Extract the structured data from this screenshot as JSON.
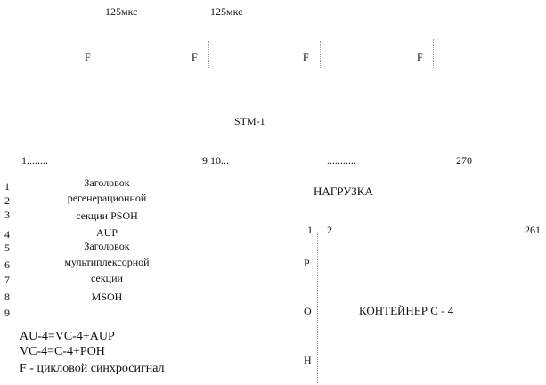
{
  "timing": {
    "period_1": "125мкс",
    "period_2": "125мкс",
    "frame_marks": [
      "F",
      "F",
      "F",
      "F"
    ]
  },
  "frame_title": "STM-1",
  "columns": {
    "c1": "1........",
    "c9_10": "9  10...",
    "dots": "...........",
    "c270": "270"
  },
  "row_numbers": [
    "1",
    "2",
    "3",
    "4",
    "5",
    "6",
    "7",
    "8",
    "9"
  ],
  "overhead": {
    "rsoh": [
      "Заголовок",
      "регенерационной",
      "секции РЅОН"
    ],
    "aup": "AUP",
    "msoh": [
      "Заголовок",
      "мультиплексорной",
      "секции"
    ],
    "msoh_short": "MSOH"
  },
  "payload": {
    "title": "НАГРУЗКА",
    "col_start": "1",
    "col_next": "2",
    "col_end": "261",
    "poh_letters": [
      "Р",
      "О",
      "Н"
    ],
    "container": "КОНТЕЙНЕР С - 4"
  },
  "legend": [
    "AU-4=VC-4+AUP",
    "VC-4=C-4+POH",
    "F - цикловой синхросигнал"
  ]
}
